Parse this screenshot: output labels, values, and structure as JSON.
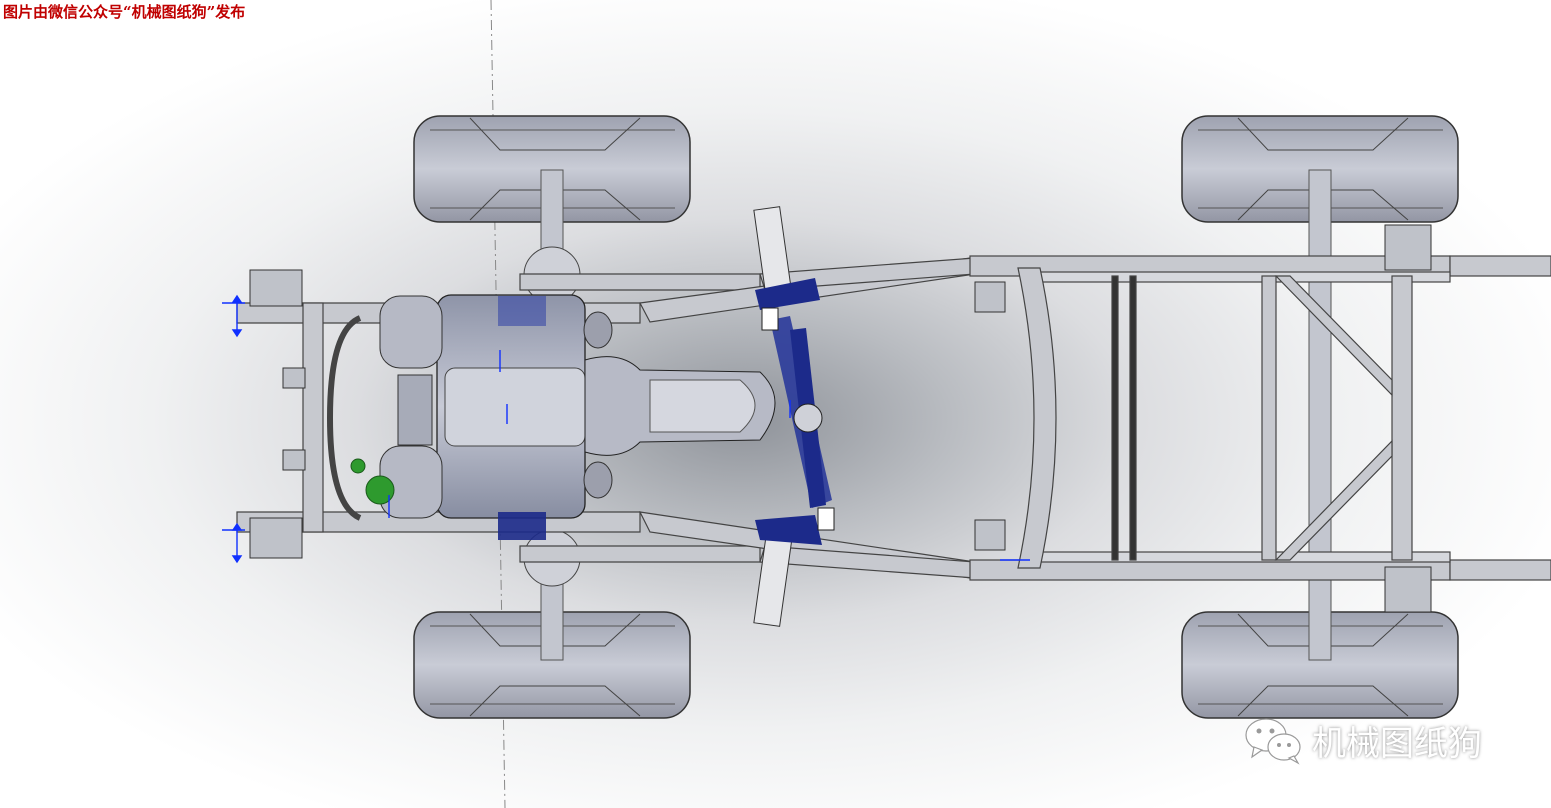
{
  "caption": "图片由微信公众号“机械图纸狗”发布",
  "watermark": {
    "text": "机械图纸狗",
    "icon": "wechat-icon"
  },
  "colors": {
    "frame": "#a9abb3",
    "tire": "#b5b8c4",
    "suspension_blue": "#1c2a8a",
    "engine_green": "#2e9a2e",
    "dimension_blue": "#1030ff",
    "caption_red": "#c00000"
  },
  "view": {
    "type": "CAD top view",
    "model": "vehicle chassis"
  }
}
